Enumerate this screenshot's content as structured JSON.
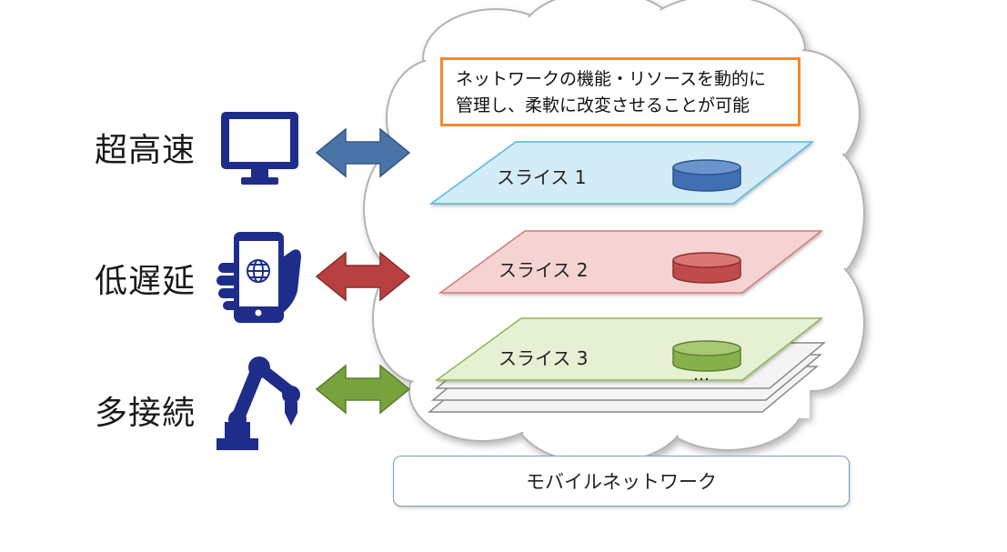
{
  "features": [
    {
      "label": "超高速",
      "icon": "monitor-icon",
      "arrow_color": "#4a74a8",
      "arrow_stroke": "#35598a"
    },
    {
      "label": "低遅延",
      "icon": "smartphone-hand-icon",
      "arrow_color": "#b84040",
      "arrow_stroke": "#8c2d2d"
    },
    {
      "label": "多接続",
      "icon": "robot-arm-icon",
      "arrow_color": "#77a23e",
      "arrow_stroke": "#5a7f2c"
    }
  ],
  "note": {
    "line1": "ネットワークの機能・リソースを動的に",
    "line2": "管理し、柔軟に改変させることが可能"
  },
  "slices": [
    {
      "label": "スライス 1",
      "fill": "#d3ecf8",
      "stroke": "#52b8e4",
      "db_fill": "#3f6fb3",
      "db_stroke": "#2c5590"
    },
    {
      "label": "スライス 2",
      "fill": "#f6d3d3",
      "stroke": "#d97777",
      "db_fill": "#c04b4b",
      "db_stroke": "#8e2f2f"
    },
    {
      "label": "スライス 3",
      "fill": "#e6f0d3",
      "stroke": "#8fb850",
      "db_fill": "#86b04a",
      "db_stroke": "#5f8232"
    }
  ],
  "ellipsis": "…",
  "network_label": "モバイルネットワーク",
  "colors": {
    "icon_navy": "#1f2d8a",
    "note_border": "#f08a2c",
    "cloud_fill": "#ffffff",
    "cloud_stroke": "#b3b3b3"
  }
}
